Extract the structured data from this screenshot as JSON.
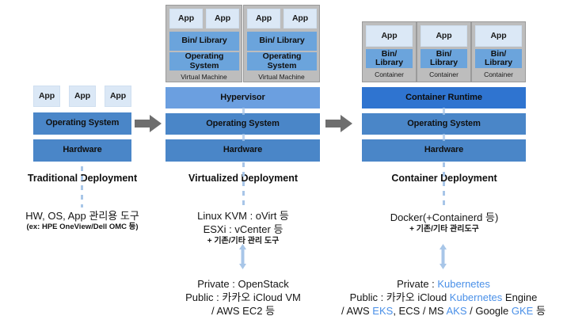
{
  "diagram": {
    "title": "Deployment evolution: Traditional, Virtualized and Container Deployment",
    "colors": {
      "app_box": "#dbe8f6",
      "bar_dark": "#4a86c8",
      "bar_mid": "#6ba4dc",
      "hypervisor": "#6b9fe0",
      "container_runtime": "#2f74d0",
      "group_gray": "#bdbdbd",
      "arrow_gray": "#6e6e6e",
      "connector_blue": "#a8c6e8",
      "keyword_blue": "#4a90e8"
    },
    "common_labels": {
      "app": "App",
      "bin_library": "Bin/ Library",
      "operating_system": "Operating System",
      "hardware": "Hardware",
      "virtual_machine": "Virtual Machine",
      "container": "Container",
      "hypervisor": "Hypervisor",
      "container_runtime": "Container Runtime"
    },
    "columns": [
      {
        "id": "traditional",
        "title": "Traditional Deployment",
        "apps": [
          "App",
          "App",
          "App"
        ],
        "stack": [
          "Operating System",
          "Hardware"
        ],
        "caption_main": "HW, OS, App 관리용 도구",
        "caption_sub": "(ex: HPE OneView/Dell OMC 등)",
        "caption_extra": ""
      },
      {
        "id": "virtualized",
        "title": "Virtualized Deployment",
        "vms": [
          {
            "label": "Virtual Machine",
            "apps": [
              "App",
              "App"
            ],
            "layers": [
              "Bin/ Library",
              "Operating System"
            ]
          },
          {
            "label": "Virtual Machine",
            "apps": [
              "App",
              "App"
            ],
            "layers": [
              "Bin/ Library",
              "Operating System"
            ]
          }
        ],
        "stack": [
          "Hypervisor",
          "Operating System",
          "Hardware"
        ],
        "caption_line1": "Linux KVM : oVirt 등",
        "caption_line2": "ESXi : vCenter 등",
        "caption_sub": "+ 기존/기타 관리 도구",
        "platform": {
          "line1_prefix": "Private : ",
          "line1_value": "OpenStack",
          "line1_value_highlight": false,
          "line2": "Public : 카카오 iCloud VM",
          "line3": "/ AWS EC2 등"
        }
      },
      {
        "id": "container",
        "title": "Container Deployment",
        "containers": [
          {
            "label": "Container",
            "app": "App",
            "lib": "Bin/ Library"
          },
          {
            "label": "Container",
            "app": "App",
            "lib": "Bin/ Library"
          },
          {
            "label": "Container",
            "app": "App",
            "lib": "Bin/ Library"
          }
        ],
        "stack": [
          "Container Runtime",
          "Operating System",
          "Hardware"
        ],
        "caption_line1": "Docker(+Containerd 등)",
        "caption_sub": "+ 기존/기타 관리도구",
        "platform": {
          "line1_prefix": "Private : ",
          "line1_value": "Kubernetes",
          "line2_a": "Public : 카카오 iCloud ",
          "line2_kw": "Kubernetes",
          "line2_b": " Engine",
          "line3_a": "/ AWS ",
          "line3_kw1": "EKS",
          "line3_b": ", ECS / MS ",
          "line3_kw2": "AKS",
          "line3_c": " / Google ",
          "line3_kw3": "GKE",
          "line3_d": " 등"
        }
      }
    ],
    "transitions": [
      {
        "from": "traditional",
        "to": "virtualized",
        "icon": "arrow-right-icon"
      },
      {
        "from": "virtualized",
        "to": "container",
        "icon": "arrow-right-icon"
      }
    ]
  }
}
